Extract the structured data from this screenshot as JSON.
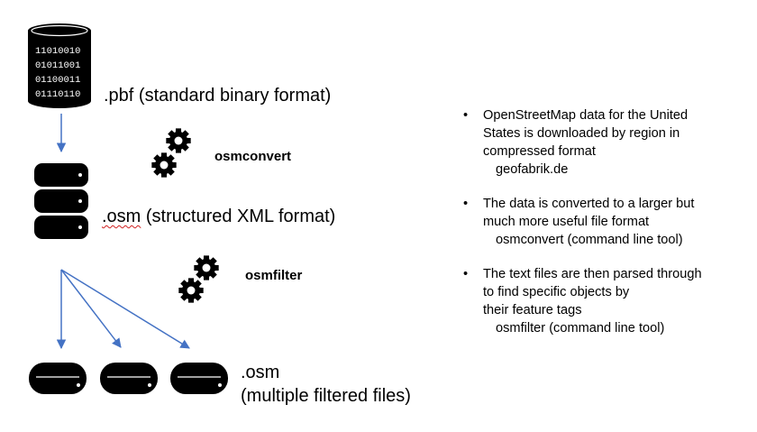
{
  "pbf": {
    "label": ".pbf (standard binary format)",
    "binary_lines": [
      "11010010",
      "01011001",
      "01100011",
      "01110110"
    ]
  },
  "osm": {
    "label_ext": ".osm",
    "label_rest": " (structured XML format)"
  },
  "tools": {
    "convert": "osmconvert",
    "filter": "osmfilter"
  },
  "output": {
    "line1": ".osm",
    "line2": "(multiple filtered files)"
  },
  "bullets": [
    {
      "lines": [
        "OpenStreetMap data for the United",
        "States is downloaded by region in",
        "compressed format"
      ],
      "sub": "geofabrik.de"
    },
    {
      "lines": [
        "The data is converted to a larger but",
        "much more useful file format"
      ],
      "sub": "osmconvert (command line tool)"
    },
    {
      "lines": [
        "The text files are then parsed through",
        "to find specific objects by",
        "their feature tags"
      ],
      "sub": "osmfilter (command line tool)"
    }
  ],
  "colors": {
    "arrow": "#4472c4",
    "icon": "#000000"
  }
}
